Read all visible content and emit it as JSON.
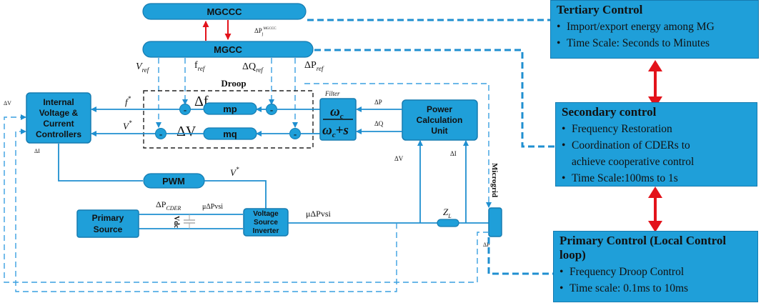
{
  "nodes": {
    "mgccc_top": "MGCCC",
    "mgcc": "MGCC",
    "internal": [
      "Internal",
      "Voltage &",
      "Current",
      "Controllers"
    ],
    "power_calc": [
      "Power",
      "Calculation",
      "Unit"
    ],
    "pwm": "PWM",
    "primary_source": [
      "Primary",
      "Source"
    ],
    "vsi": [
      "Voltage",
      "Source",
      "Inverter"
    ],
    "mp": "mp",
    "mq": "mq",
    "microgrid": "Microgrid",
    "filter_num": "ω",
    "filter_num_sub": "c",
    "filter_den": "ω",
    "filter_den_sub": "c",
    "filter_den_tail": "+s"
  },
  "labels": {
    "dp_mgccc": "ΔP",
    "dp_mgccc_sub": "j",
    "dp_mgccc_sup": "MGCCC",
    "vref": "V",
    "vref_sub": "ref",
    "fref": "f",
    "fref_sub": "ref",
    "dqref": "ΔQ",
    "dqref_sub": "ref",
    "dpref": "ΔP",
    "dpref_sub": "ref",
    "droop": "Droop",
    "delta_f": "Δf",
    "delta_v": "ΔV",
    "minus": "-",
    "f_star": "f",
    "f_star_sup": "*",
    "v_star": "V",
    "v_star_sup": "*",
    "v_star_pwm": "V",
    "v_star_pwm_sup": "*",
    "filter": "Filter",
    "dp_out": "ΔP",
    "dq_out": "ΔQ",
    "av": "ΔV",
    "ai": "ΔI",
    "dv_meas": "ΔV",
    "di_meas": "ΔI",
    "dp_cder": "ΔP",
    "dp_cder_sub": "CDER",
    "mu_dp_vsi_small": "μΔPvsi",
    "vdc": "Vdc",
    "mu_dp_vsi": "μΔPvsi",
    "zl": "Z",
    "zl_sub": "L",
    "dp_bottom": "ΔP"
  },
  "controls": {
    "tertiary": {
      "title": "Tertiary Control",
      "items": [
        "Import/export energy among MG",
        "Time Scale: Seconds to Minutes"
      ]
    },
    "secondary": {
      "title": "Secondary control",
      "items": [
        "Frequency Restoration",
        "Coordination of CDERs to",
        "achieve cooperative control",
        "Time Scale:100ms to 1s"
      ]
    },
    "primary": {
      "title": "Primary Control (Local Control loop)",
      "items": [
        "Frequency Droop Control",
        "Time scale: 0.1ms to 10ms"
      ]
    }
  },
  "colors": {
    "block": "#1f9fd9",
    "line": "#1f8fd0",
    "exchange_arrow": "#e3131b"
  }
}
